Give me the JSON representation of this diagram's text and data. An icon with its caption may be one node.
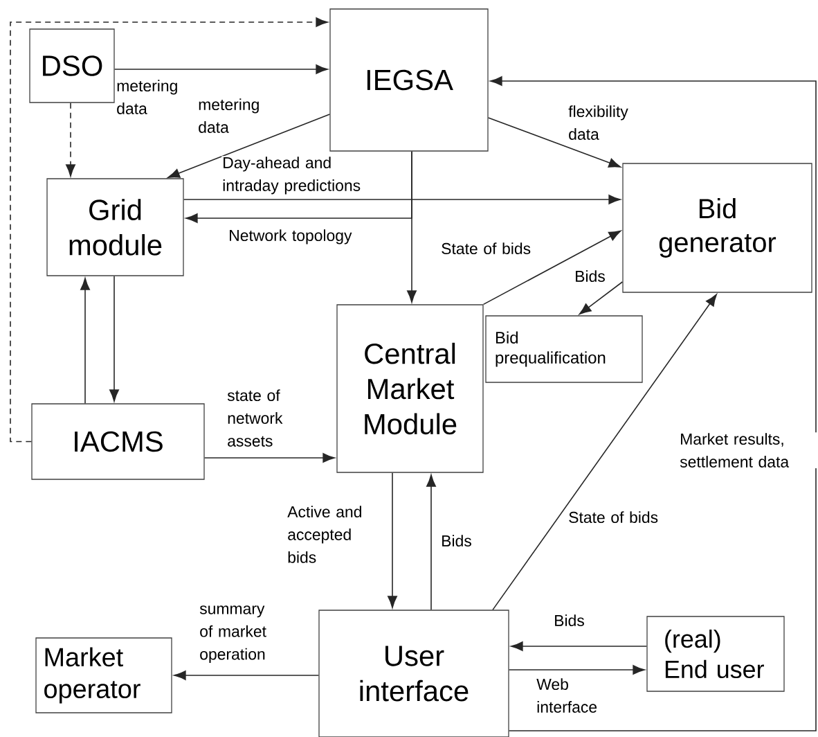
{
  "diagram": {
    "nodes": [
      {
        "text": [
          "DSO"
        ]
      },
      {
        "text": [
          "IEGSA"
        ]
      },
      {
        "text": [
          "Grid module"
        ]
      },
      {
        "text": [
          "Bid generator"
        ]
      },
      {
        "text": [
          "Central Market Module"
        ]
      },
      {
        "text": [
          "Bid prequalification"
        ]
      },
      {
        "text": [
          "IACMS"
        ]
      },
      {
        "text": [
          "Market operator"
        ]
      },
      {
        "text": [
          "User interface"
        ]
      },
      {
        "text": [
          "(real) End user"
        ]
      }
    ],
    "edges": [
      {
        "from": 0,
        "to": 1,
        "arrow": "to",
        "label": "metering data"
      },
      {
        "from": 0,
        "to": 2,
        "arrow": "to",
        "style": "dashed"
      },
      {
        "from": 6,
        "to": 1,
        "arrow": "to",
        "style": "dashed"
      },
      {
        "from": 1,
        "to": 2,
        "arrow": "to",
        "label": "metering data"
      },
      {
        "from": 1,
        "to": 3,
        "arrow": "to",
        "label": "flexibility data"
      },
      {
        "from": 2,
        "to": 3,
        "arrow": "to",
        "label": "Day-ahead and intraday predictions"
      },
      {
        "from": 1,
        "to": 2,
        "arrow": "to",
        "label": "Network topology"
      },
      {
        "from": 1,
        "to": 4,
        "arrow": "to"
      },
      {
        "from": 4,
        "to": 3,
        "arrow": "to",
        "label": "State of bids"
      },
      {
        "from": 3,
        "to": 5,
        "arrow": "to",
        "label": "Bids"
      },
      {
        "from": 2,
        "to": 6,
        "arrow": "to"
      },
      {
        "from": 6,
        "to": 2,
        "arrow": "to"
      },
      {
        "from": 6,
        "to": 4,
        "arrow": "to",
        "label": "state of network assets"
      },
      {
        "from": 4,
        "to": 8,
        "arrow": "to",
        "label": "Active and accepted bids"
      },
      {
        "from": 8,
        "to": 4,
        "arrow": "to",
        "label": "Bids"
      },
      {
        "from": 8,
        "to": 3,
        "arrow": "to",
        "label": "State of bids"
      },
      {
        "from": 8,
        "to": 7,
        "arrow": "to",
        "label": "summary of market operation"
      },
      {
        "from": 9,
        "to": 8,
        "arrow": "to",
        "label": "Bids"
      },
      {
        "from": 8,
        "to": 9,
        "arrow": "to",
        "label": "Web interface"
      },
      {
        "from": 8,
        "to": 1,
        "arrow": "to",
        "label": "Market results, settlement data"
      }
    ]
  }
}
